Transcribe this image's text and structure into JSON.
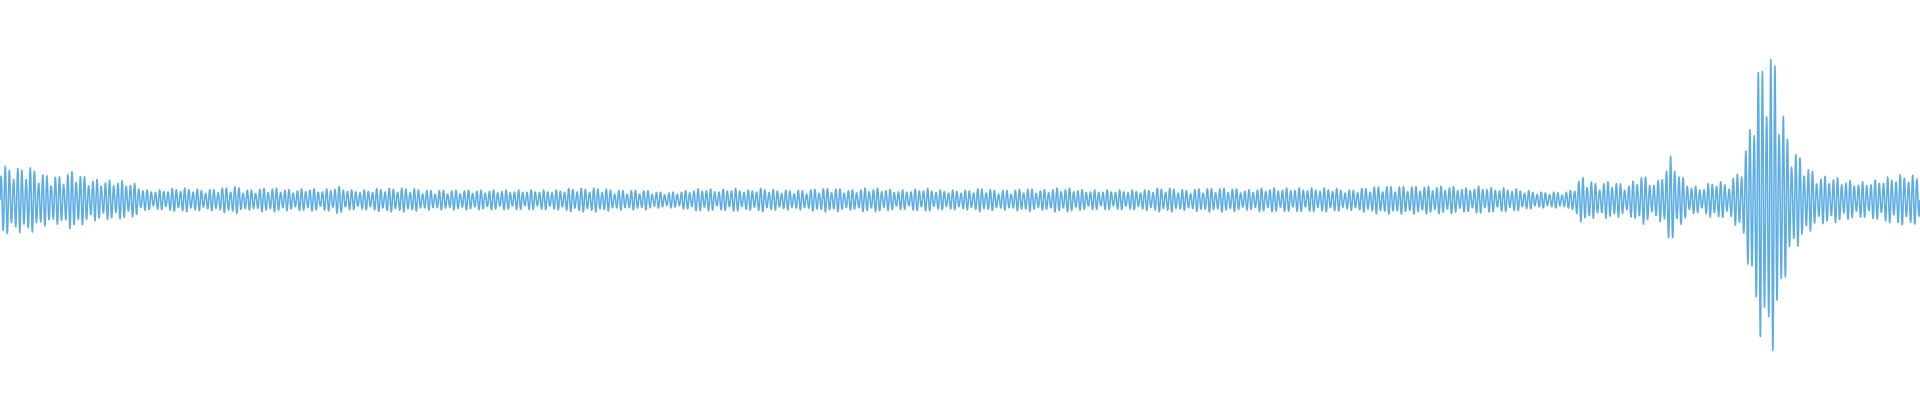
{
  "waveform": {
    "color": "#5dade2",
    "background": "#ffffff",
    "amplitude_profile": [
      0.18,
      0.16,
      0.17,
      0.13,
      0.12,
      0.15,
      0.11,
      0.1,
      0.1,
      0.09,
      0.05,
      0.05,
      0.06,
      0.06,
      0.05,
      0.06,
      0.07,
      0.05,
      0.06,
      0.06,
      0.05,
      0.06,
      0.05,
      0.07,
      0.05,
      0.05,
      0.06,
      0.06,
      0.06,
      0.05,
      0.05,
      0.05,
      0.05,
      0.05,
      0.05,
      0.05,
      0.05,
      0.05,
      0.05,
      0.06,
      0.06,
      0.06,
      0.05,
      0.05,
      0.05,
      0.04,
      0.04,
      0.05,
      0.06,
      0.05,
      0.06,
      0.05,
      0.06,
      0.05,
      0.05,
      0.05,
      0.06,
      0.06,
      0.05,
      0.06,
      0.06,
      0.05,
      0.05,
      0.06,
      0.05,
      0.05,
      0.05,
      0.06,
      0.05,
      0.05,
      0.06,
      0.05,
      0.06,
      0.06,
      0.05,
      0.05,
      0.05,
      0.05,
      0.05,
      0.06,
      0.06,
      0.05,
      0.06,
      0.06,
      0.06,
      0.05,
      0.06,
      0.06,
      0.06,
      0.06,
      0.06,
      0.06,
      0.05,
      0.06,
      0.07,
      0.07,
      0.07,
      0.07,
      0.07,
      0.07,
      0.06,
      0.07,
      0.06,
      0.06,
      0.05,
      0.04,
      0.04,
      0.04,
      0.12,
      0.08,
      0.1,
      0.07,
      0.13,
      0.08,
      0.22,
      0.09,
      0.06,
      0.1,
      0.08,
      0.2,
      0.68,
      0.76,
      0.3,
      0.2,
      0.12,
      0.12,
      0.1,
      0.09,
      0.1,
      0.12,
      0.13,
      0.12
    ],
    "carrier_cycles": 460
  }
}
